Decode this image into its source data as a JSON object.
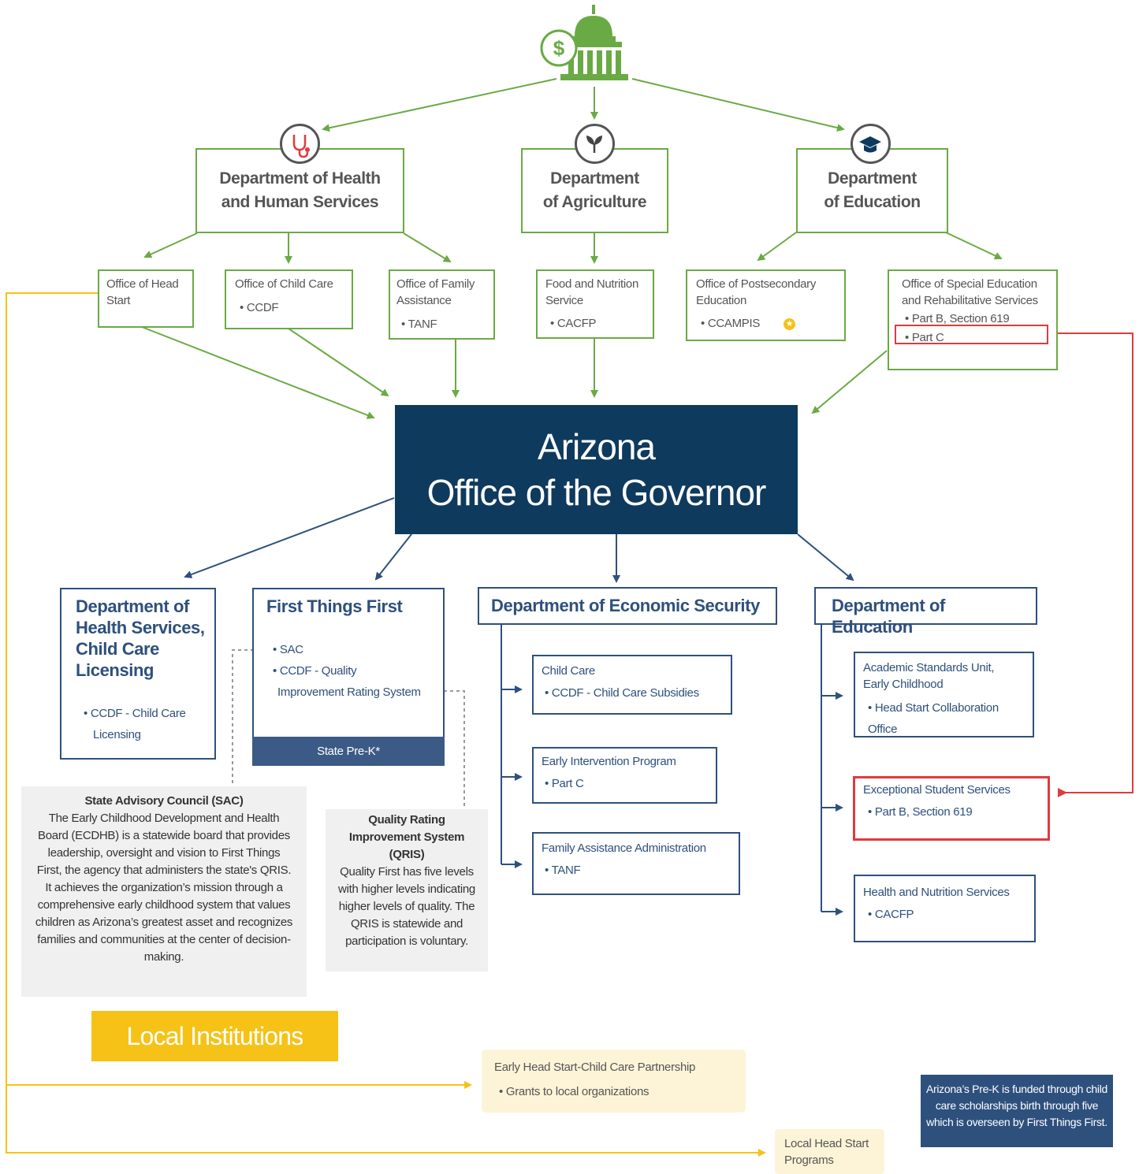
{
  "top_departments": [
    {
      "name": "Department of Health and Human Services",
      "line1": "Department of Health",
      "line2": "and Human Services",
      "icon": "stethoscope-icon"
    },
    {
      "name": "Department of Agriculture",
      "line1": "Department",
      "line2": "of Agriculture",
      "icon": "sprout-icon"
    },
    {
      "name": "Department of Education",
      "line1": "Department",
      "line2": "of Education",
      "icon": "graduation-cap-icon"
    }
  ],
  "offices": {
    "head_start": {
      "title": "Office of Head Start"
    },
    "child_care": {
      "title": "Office of Child Care",
      "items": [
        "CCDF"
      ]
    },
    "family_assistance": {
      "title": "Office of Family Assistance",
      "items": [
        "TANF"
      ]
    },
    "food_nutrition": {
      "title": "Food and Nutrition Service",
      "items": [
        "CACFP"
      ]
    },
    "postsecondary": {
      "title": "Office of Postsecondary Education",
      "items": [
        "CCAMPIS"
      ]
    },
    "special_ed": {
      "title": "Office of Special Education and Rehabilitative Services",
      "items": [
        "Part B, Section 619",
        "Part C"
      ]
    }
  },
  "governor": {
    "line1": "Arizona",
    "line2": "Office of the Governor"
  },
  "state_agencies": {
    "dhs": {
      "title": "Department of Health Services, Child Care Licensing",
      "items": [
        "CCDF - Child Care Licensing"
      ]
    },
    "ftf": {
      "title": "First Things First",
      "items": [
        "SAC",
        "CCDF - Quality Improvement Rating System"
      ],
      "footer": "State Pre-K*"
    },
    "des": {
      "title": "Department of Economic Security",
      "programs": [
        {
          "title": "Child Care",
          "items": [
            "CCDF - Child Care Subsidies"
          ]
        },
        {
          "title": "Early Intervention Program",
          "items": [
            "Part C"
          ]
        },
        {
          "title": "Family Assistance Administration",
          "items": [
            "TANF"
          ]
        }
      ]
    },
    "ade": {
      "title": "Department of Education",
      "programs": [
        {
          "title": "Academic Standards Unit, Early Childhood",
          "items": [
            "Head Start Collaboration Office"
          ]
        },
        {
          "title": "Exceptional Student Services",
          "items": [
            "Part B, Section 619"
          ]
        },
        {
          "title": "Health and Nutrition Services",
          "items": [
            "CACFP"
          ]
        }
      ]
    }
  },
  "notes": {
    "sac": {
      "title": "State Advisory Council (SAC)",
      "body": "The Early Childhood Development and Health Board (ECDHB) is a statewide board that provides leadership, oversight and vision to First Things First, the agency that administers the state's QRIS. It achieves the organization’s mission through a comprehensive early childhood system that values children as Arizona’s greatest asset and recognizes families and communities at the center of decision-making."
    },
    "qris": {
      "title": "Quality Rating Improvement System (QRIS)",
      "body": "Quality First has five levels with higher levels indicating higher levels of quality. The QRIS is statewide and participation is voluntary."
    },
    "prek": "Arizona’s Pre-K is funded through child care scholarships birth through five which is overseen by First Things First."
  },
  "local": {
    "heading": "Local Institutions",
    "ehs": {
      "title": "Early Head Start-Child Care Partnership",
      "items": [
        "Grants to local organizations"
      ]
    },
    "lhs": {
      "title": "Local Head Start Programs"
    }
  },
  "icons": {
    "capitol": "capitol-dollar-icon",
    "star": "star-icon"
  },
  "colors": {
    "green": "#6aaa44",
    "navy": "#0e3a5e",
    "blue": "#2e507d",
    "red": "#e03a3e",
    "gold": "#f6c217",
    "cream": "#fdf4d8",
    "gray": "#f0f0f0"
  }
}
